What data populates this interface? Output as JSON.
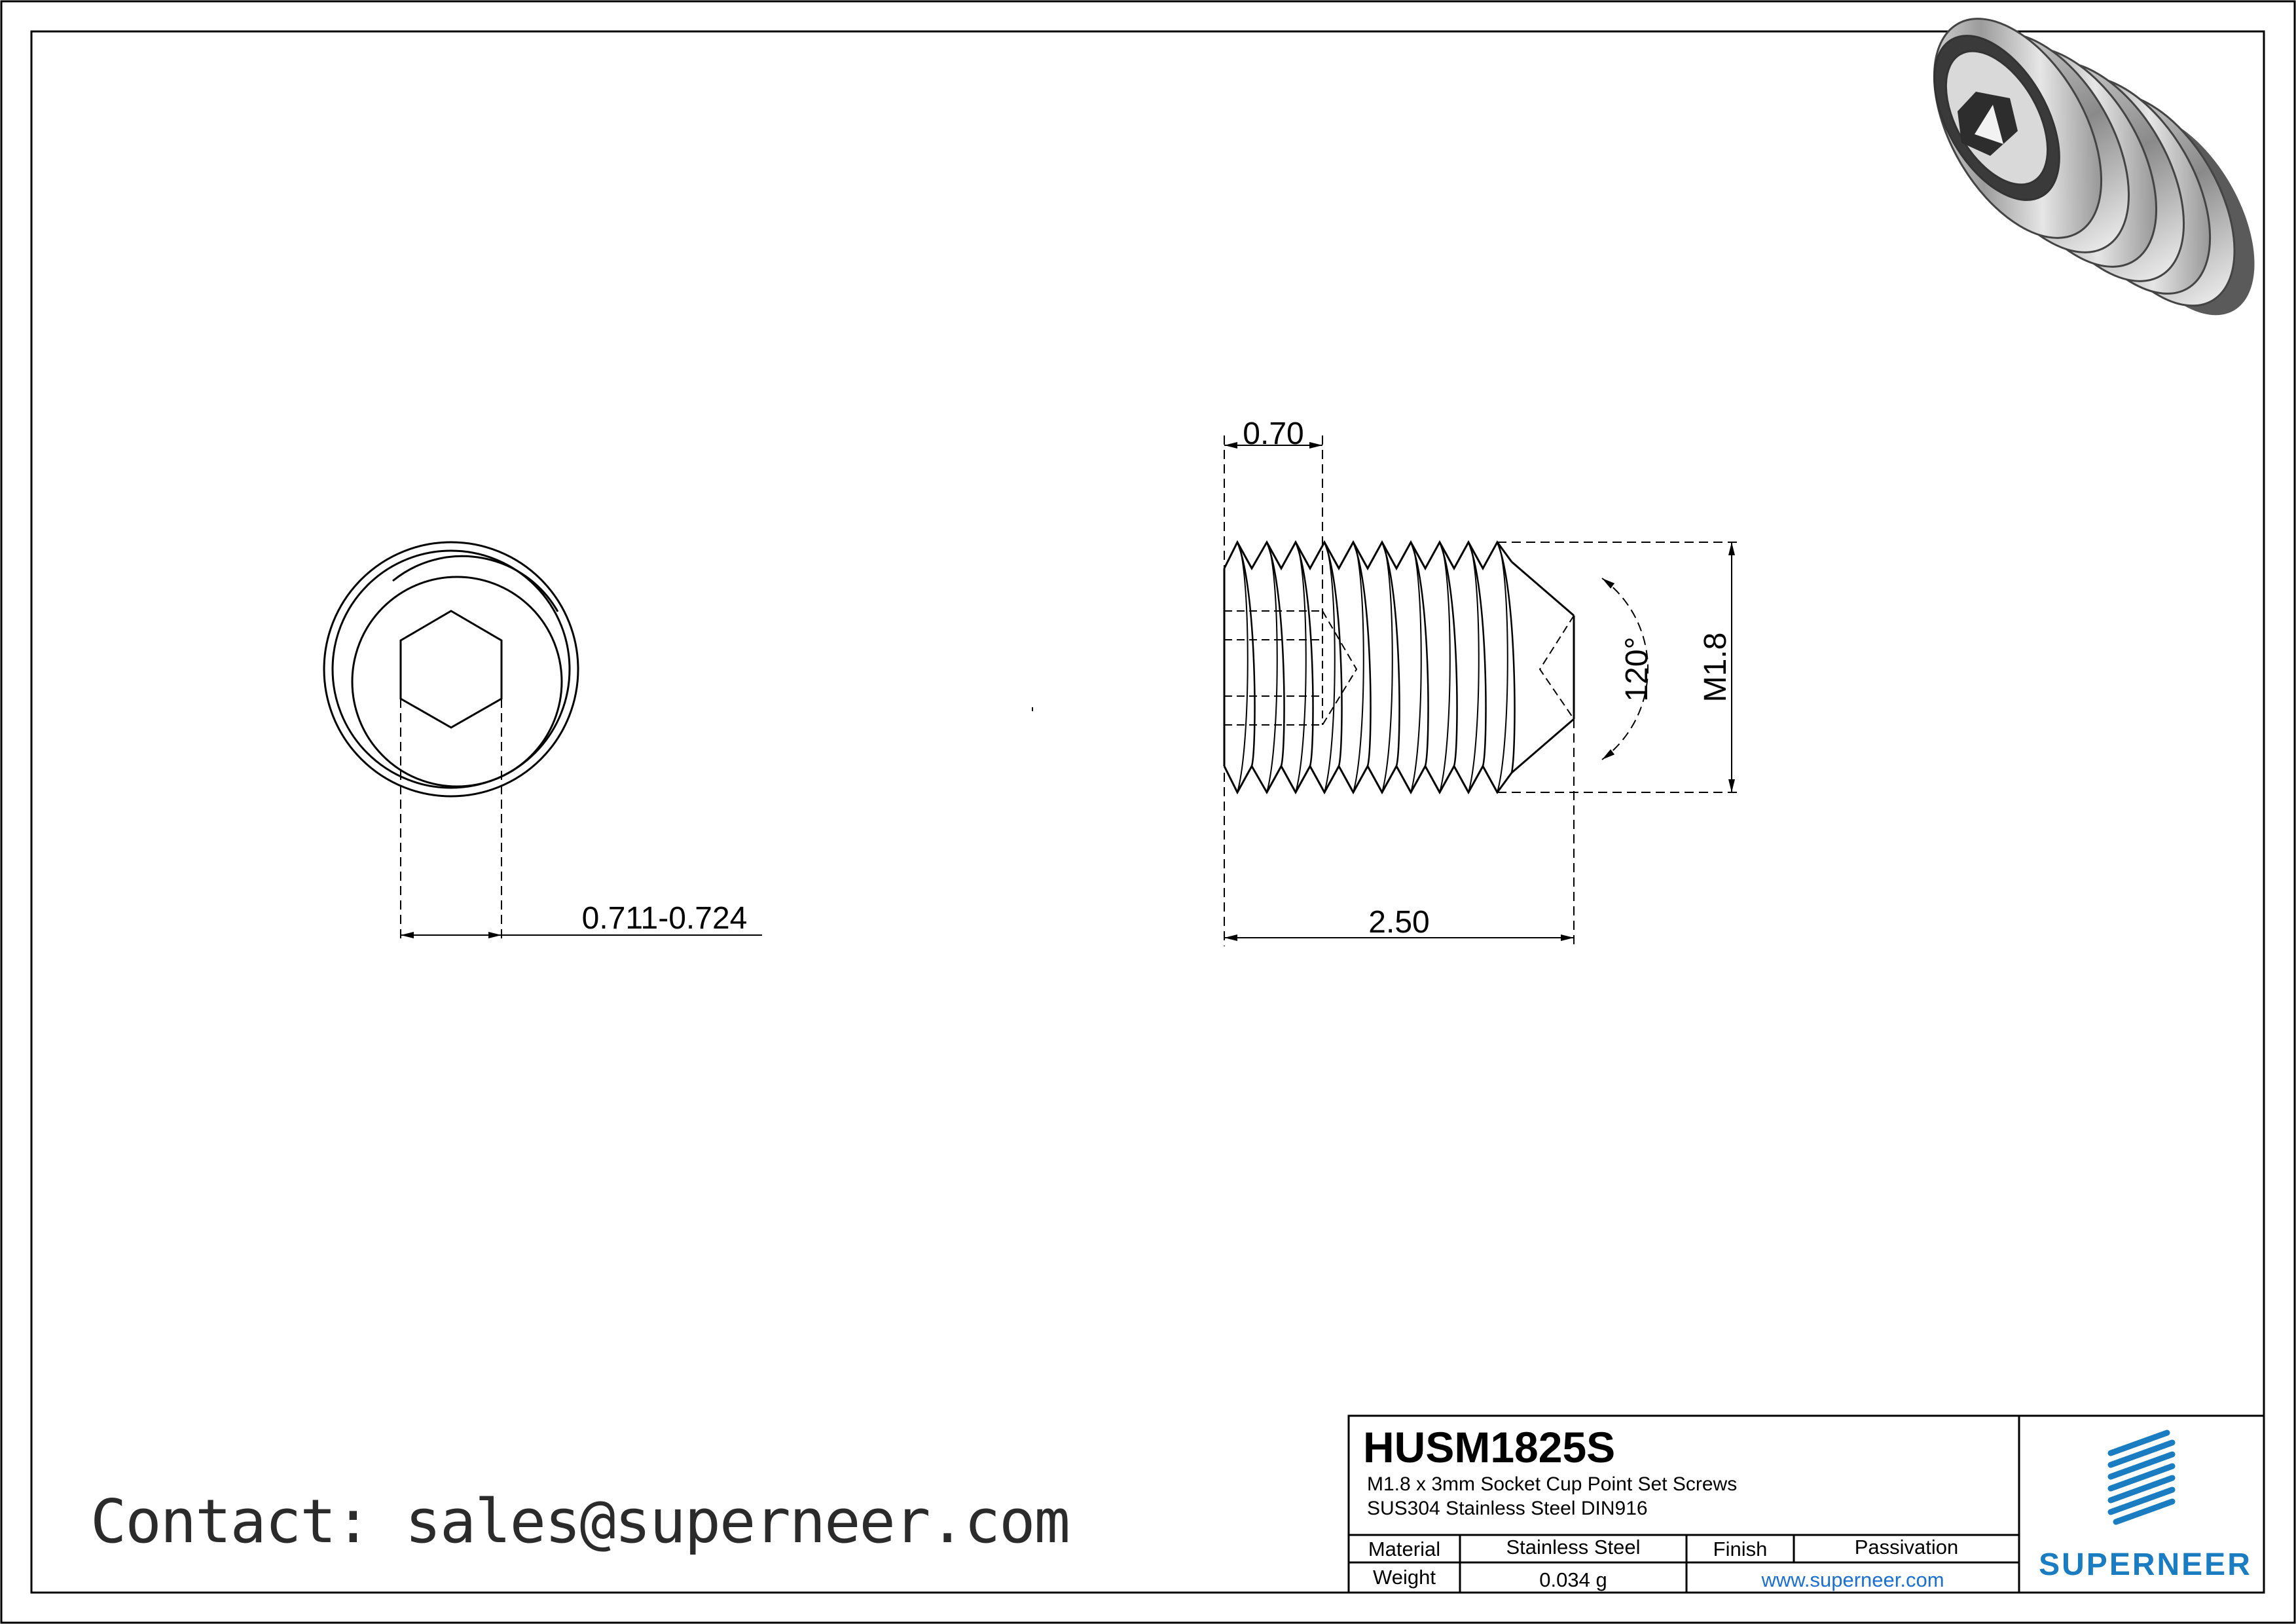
{
  "dimensions": {
    "socket_width": "0.711-0.724",
    "socket_depth": "0.70",
    "length": "2.50",
    "thread": "M1.8",
    "cone_angle": "120°"
  },
  "contact": "Contact: sales@superneer.com",
  "title_block": {
    "part_number": "HUSM1825S",
    "description_line1": "M1.8 x 3mm Socket Cup Point Set Screws",
    "description_line2": "SUS304 Stainless Steel DIN916",
    "material_label": "Material",
    "material_value": "Stainless Steel",
    "finish_label": "Finish",
    "finish_value": "Passivation",
    "weight_label": "Weight",
    "weight_value": "0.034 g",
    "website": "www.superneer.com"
  },
  "brand": {
    "name": "SUPERNEER",
    "logo_icon": "striped-diamond-logo-icon",
    "accent_color": "#1a7cc1"
  },
  "views": {
    "render_icon": "set-screw-3d-render"
  }
}
